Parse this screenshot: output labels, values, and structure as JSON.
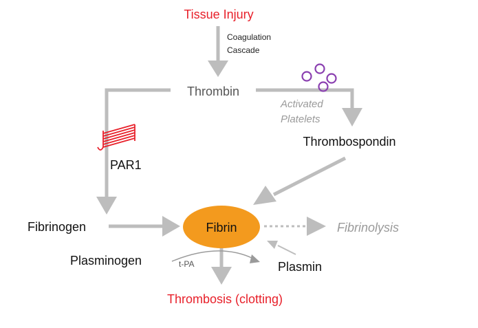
{
  "colors": {
    "red_text": "#e8202a",
    "dark_text": "#111111",
    "gray_text": "#555555",
    "italic_gray_text": "#9a9a9a",
    "arrow": "#bdbdbd",
    "fibrin_fill": "#f39a1e",
    "platelet_purple": "#8a3fb0",
    "par1_red": "#e8202a"
  },
  "nodes": {
    "tissue_injury": "Tissue Injury",
    "coagulation_line1": "Coagulation",
    "coagulation_line2": "Cascade",
    "thrombin": "Thrombin",
    "activated_line1": "Activated",
    "activated_line2": "Platelets",
    "thrombospondin": "Thrombospondin",
    "par1": "PAR1",
    "fibrinogen": "Fibrinogen",
    "fibrin": "Fibrin",
    "fibrinolysis": "Fibrinolysis",
    "plasminogen": "Plasminogen",
    "tpa": "t-PA",
    "plasmin": "Plasmin",
    "thrombosis": "Thrombosis (clotting)"
  },
  "icons": {
    "platelets": "activated-platelets-icon",
    "receptor": "par1-receptor-icon"
  }
}
